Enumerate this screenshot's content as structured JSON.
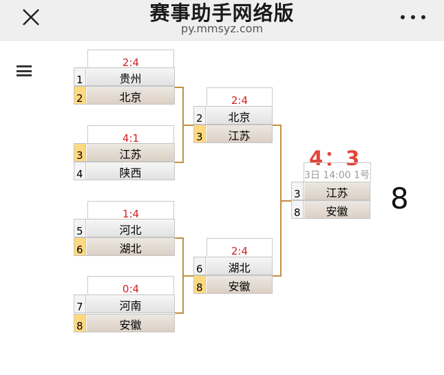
{
  "header": {
    "title": "赛事助手网络版",
    "url": "py.mmsyz.com"
  },
  "round1": [
    {
      "score": "2:4",
      "top": {
        "seed": "1",
        "name": "贵州",
        "winner": false
      },
      "bottom": {
        "seed": "2",
        "name": "北京",
        "winner": true
      }
    },
    {
      "score": "4:1",
      "top": {
        "seed": "3",
        "name": "江苏",
        "winner": true
      },
      "bottom": {
        "seed": "4",
        "name": "陕西",
        "winner": false
      }
    },
    {
      "score": "1:4",
      "top": {
        "seed": "5",
        "name": "河北",
        "winner": false
      },
      "bottom": {
        "seed": "6",
        "name": "湖北",
        "winner": true
      }
    },
    {
      "score": "0:4",
      "top": {
        "seed": "7",
        "name": "河南",
        "winner": false
      },
      "bottom": {
        "seed": "8",
        "name": "安徽",
        "winner": true
      }
    }
  ],
  "round2": [
    {
      "score": "2:4",
      "top": {
        "seed": "2",
        "name": "北京",
        "winner": false
      },
      "bottom": {
        "seed": "3",
        "name": "江苏",
        "winner": true
      }
    },
    {
      "score": "2:4",
      "top": {
        "seed": "6",
        "name": "湖北",
        "winner": false
      },
      "bottom": {
        "seed": "8",
        "name": "安徽",
        "winner": true
      }
    }
  ],
  "final": {
    "score": "4：3",
    "info": "3日 14:00 1号",
    "top": {
      "seed": "3",
      "name": "江苏"
    },
    "bottom": {
      "seed": "8",
      "name": "安徽"
    }
  },
  "team_count": "8",
  "colors": {
    "connector": "#c38e3c",
    "score_red": "#d01f1f",
    "winner_seed": "#ffd980"
  }
}
